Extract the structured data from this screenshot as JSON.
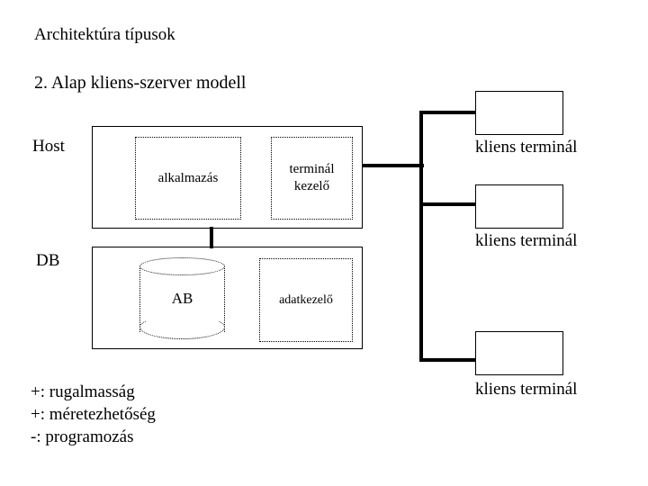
{
  "slide": {
    "title": "Architektúra típusok",
    "subtitle": "2. Alap kliens-szerver modell"
  },
  "diagram": {
    "host": {
      "label": "Host",
      "components": [
        {
          "name": "alkalmazás"
        },
        {
          "name": "terminál\nkezelő"
        }
      ]
    },
    "db": {
      "label": "DB",
      "database_name": "AB",
      "components": [
        {
          "name": "adatkezelő"
        }
      ]
    },
    "terminals": [
      {
        "label": "kliens terminál"
      },
      {
        "label": "kliens terminál"
      },
      {
        "label": "kliens terminál"
      }
    ]
  },
  "notes": {
    "lines": [
      "+: rugalmasság",
      "+: méretezhetőség",
      "-: programozás"
    ],
    "line_1": "+: rugalmasság",
    "line_2": "+: méretezhetőség",
    "line_3": "-: programozás"
  },
  "colors": {
    "background": "#ffffff",
    "ink": "#000000"
  }
}
